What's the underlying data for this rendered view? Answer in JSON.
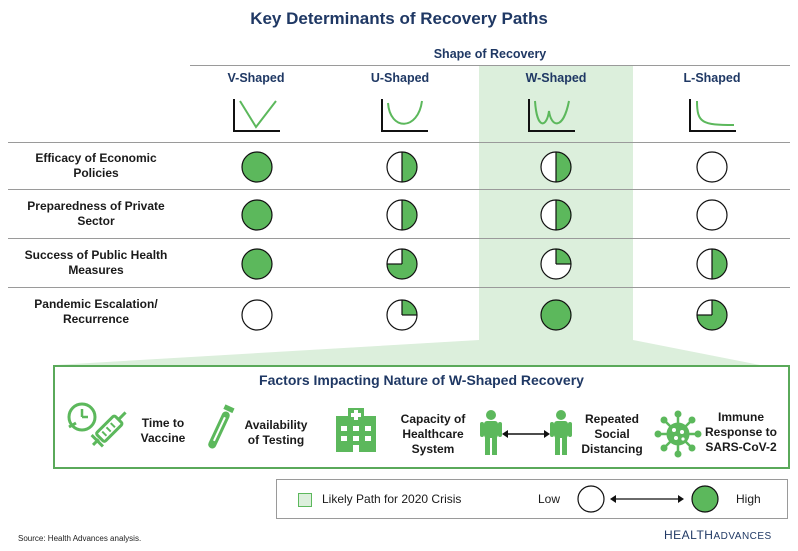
{
  "title": "Key Determinants of Recovery Paths",
  "shape_header": "Shape of Recovery",
  "columns": [
    "V-Shaped",
    "U-Shaped",
    "W-Shaped",
    "L-Shaped"
  ],
  "rows": [
    {
      "label": "Efficacy of Economic Policies",
      "levels": [
        1,
        0.5,
        0.5,
        0
      ]
    },
    {
      "label": "Preparedness of Private Sector",
      "levels": [
        1,
        0.5,
        0.5,
        0
      ]
    },
    {
      "label": "Success of Public Health Measures",
      "levels": [
        1,
        0.75,
        0.25,
        0.5
      ]
    },
    {
      "label": "Pandemic Escalation/ Recurrence",
      "levels": [
        0,
        0.25,
        1,
        0.75
      ]
    }
  ],
  "row_labels_lines": [
    [
      "Efficacy of Economic",
      "Policies"
    ],
    [
      "Preparedness of Private",
      "Sector"
    ],
    [
      "Success of Public Health",
      "Measures"
    ],
    [
      "Pandemic Escalation/",
      "Recurrence"
    ]
  ],
  "highlighted_column": "W-Shaped",
  "factors_title": "Factors Impacting Nature of W-Shaped Recovery",
  "factors": {
    "time_to_vaccine": [
      "Time to",
      "Vaccine"
    ],
    "availability_of_testing": [
      "Availability",
      "of Testing"
    ],
    "capacity_of_healthcare": [
      "Capacity of",
      "Healthcare",
      "System"
    ],
    "repeated_social_distancing": [
      "Repeated",
      "Social",
      "Distancing"
    ],
    "immune_response": [
      "Immune",
      "Response to",
      "SARS-CoV-2"
    ]
  },
  "icons": [
    "clock-icon",
    "syringe-icon",
    "test-swab-icon",
    "hospital-icon",
    "person-icon",
    "double-arrow-icon",
    "virus-icon"
  ],
  "legend": {
    "likely_path": "Likely Path for 2020 Crisis",
    "low": "Low",
    "high": "High"
  },
  "source": "Source:  Health Advances analysis.",
  "logo": {
    "part1": "HEALTH",
    "part2": "ADVANCES"
  },
  "colors": {
    "title": "#1f3864",
    "fill_green": "#5cb85c",
    "highlight": "#dcefdc",
    "box_border": "#5aa95a"
  }
}
